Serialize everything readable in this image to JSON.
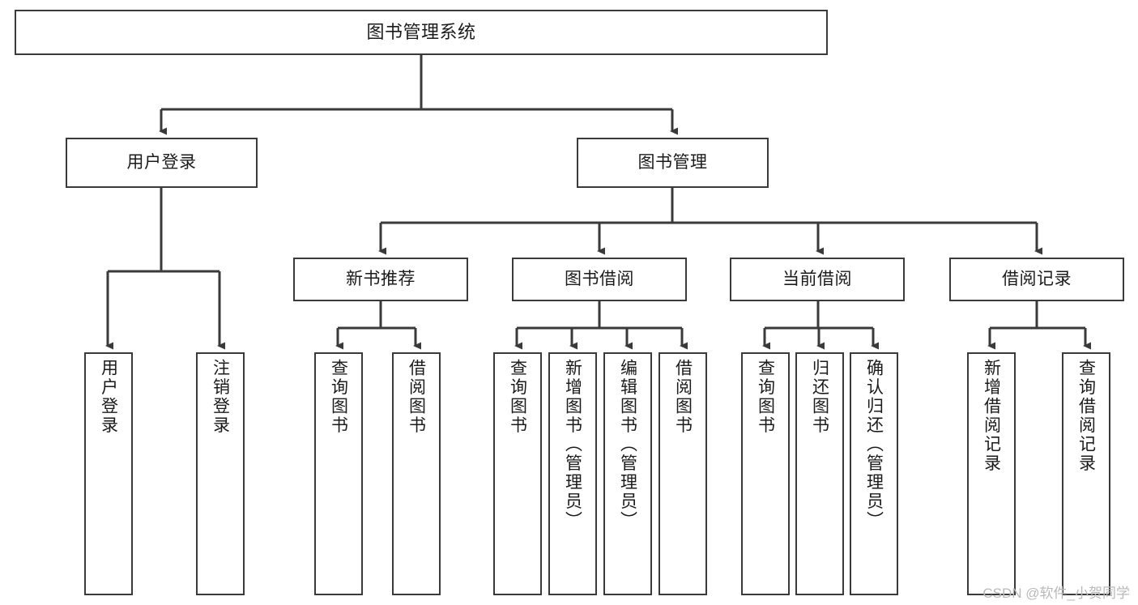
{
  "diagram": {
    "title": "图书管理系统",
    "type": "tree-hierarchy-flowchart",
    "line_color": "#3a3a3a",
    "background_color": "#ffffff",
    "text_color": "#1b1b1b"
  },
  "nodes": {
    "root": {
      "label": "图书管理系统"
    },
    "level2": [
      {
        "label": "用户登录"
      },
      {
        "label": "图书管理"
      }
    ],
    "level3": [
      {
        "label": "新书推荐"
      },
      {
        "label": "图书借阅"
      },
      {
        "label": "当前借阅"
      },
      {
        "label": "借阅记录"
      }
    ],
    "leaves_user_login": [
      {
        "label": "用户登录"
      },
      {
        "label": "注销登录"
      }
    ],
    "leaves_new_book": [
      {
        "label": "查询图书"
      },
      {
        "label": "借阅图书"
      }
    ],
    "leaves_borrow": [
      {
        "label": "查询图书"
      },
      {
        "label": "新增图书（管理员）"
      },
      {
        "label": "编辑图书（管理员）"
      },
      {
        "label": "借阅图书"
      }
    ],
    "leaves_current": [
      {
        "label": "查询图书"
      },
      {
        "label": "归还图书"
      },
      {
        "label": "确认归还（管理员）"
      }
    ],
    "leaves_records": [
      {
        "label": "新增借阅记录"
      },
      {
        "label": "查询借阅记录"
      }
    ]
  },
  "watermark": {
    "text": "CSDN @软件_小贺同学"
  }
}
